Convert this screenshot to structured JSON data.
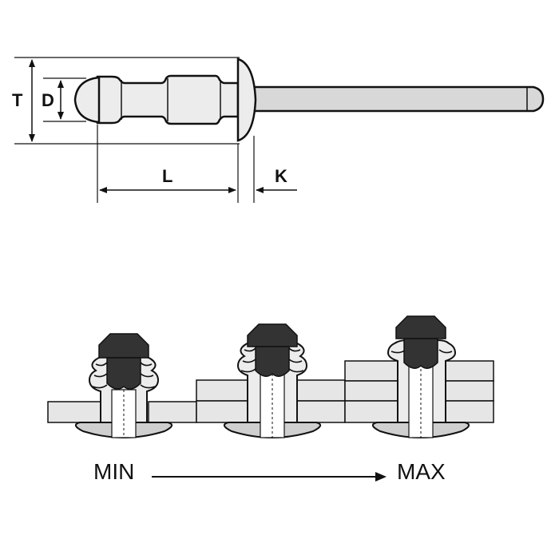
{
  "dimensions": {
    "T": "T",
    "D": "D",
    "L": "L",
    "K": "K"
  },
  "grip_range": {
    "min_label": "MIN",
    "max_label": "MAX"
  },
  "colors": {
    "outline": "#111111",
    "body_fill": "#ececec",
    "mandrel_fill": "#d8d8d8",
    "plate_fill": "#e6e6e6",
    "cap_fill": "#333333"
  }
}
